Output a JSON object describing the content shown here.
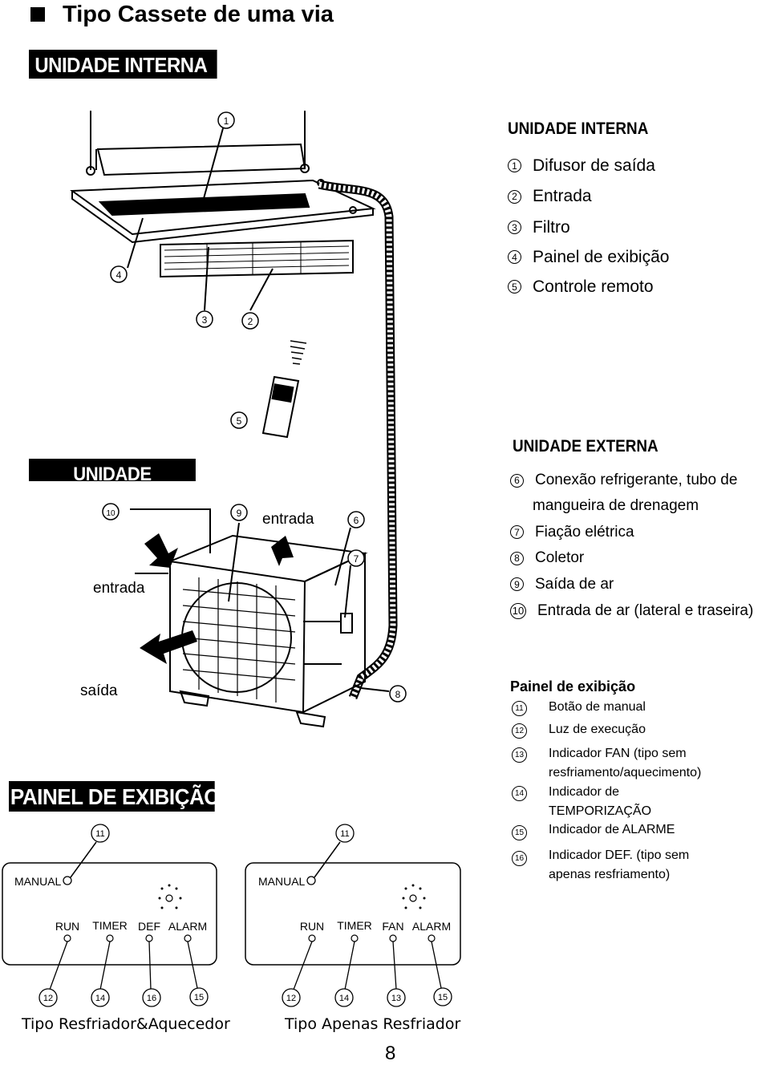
{
  "title": "Tipo Cassete de uma via",
  "banners": {
    "indoor": "UNIDADE INTERNA",
    "outdoor": "UNIDADE",
    "panel": "PAINEL DE EXIBIÇÃO"
  },
  "indoor_legend": {
    "title": "UNIDADE INTERNA",
    "items": [
      {
        "num": "1",
        "text": "Difusor de saída"
      },
      {
        "num": "2",
        "text": "Entrada"
      },
      {
        "num": "3",
        "text": "Filtro"
      },
      {
        "num": "4",
        "text": "Painel de exibição"
      },
      {
        "num": "5",
        "text": "Controle remoto"
      }
    ]
  },
  "outdoor_legend": {
    "title": "UNIDADE EXTERNA",
    "items": [
      {
        "num": "6",
        "text": "Conexão refrigerante, tubo de",
        "cont": "mangueira de drenagem"
      },
      {
        "num": "7",
        "text": "Fiação elétrica"
      },
      {
        "num": "8",
        "text": "Coletor"
      },
      {
        "num": "9",
        "text": "Saída de ar"
      },
      {
        "num": "10",
        "text": "Entrada de ar (lateral e traseira)"
      }
    ]
  },
  "display_legend": {
    "title": "Painel de exibição",
    "items": [
      {
        "num": "11",
        "lines": [
          "Botão de manual"
        ]
      },
      {
        "num": "12",
        "lines": [
          "Luz de execução"
        ]
      },
      {
        "num": "13",
        "lines": [
          "Indicador FAN (tipo sem",
          "resfriamento/aquecimento)"
        ]
      },
      {
        "num": "14",
        "lines": [
          "Indicador de",
          "TEMPORIZAÇÃO"
        ]
      },
      {
        "num": "15",
        "lines": [
          "Indicador de ALARME"
        ]
      },
      {
        "num": "16",
        "lines": [
          "Indicador DEF. (tipo sem",
          "apenas resfriamento)"
        ]
      }
    ]
  },
  "diagram_labels": {
    "entrada_top": "entrada",
    "entrada_left": "entrada",
    "saida": "saída",
    "callouts": [
      "1",
      "2",
      "3",
      "4",
      "5",
      "6",
      "7",
      "8",
      "9",
      "10"
    ]
  },
  "panels": {
    "left": {
      "manual": "MANUAL",
      "lights": [
        "RUN",
        "TIMER",
        "DEF",
        "ALARM"
      ],
      "callouts_bottom": [
        "12",
        "14",
        "16",
        "15"
      ],
      "callout_top": "11",
      "caption": "Tipo Resfriador&Aquecedor"
    },
    "right": {
      "manual": "MANUAL",
      "lights": [
        "RUN",
        "TIMER",
        "FAN",
        "ALARM"
      ],
      "callouts_bottom": [
        "12",
        "14",
        "13",
        "15"
      ],
      "callout_top": "11",
      "caption": "Tipo Apenas Resfriador"
    }
  },
  "page_number": "8"
}
